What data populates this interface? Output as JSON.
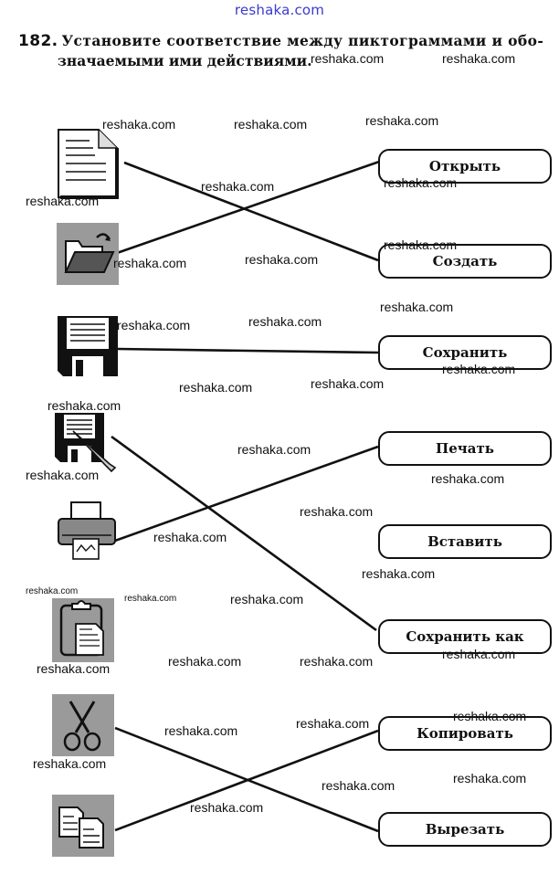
{
  "site_header": "reshaka.com",
  "task": {
    "number": "182.",
    "line1": "Установите соответствие между пиктограммами и обо-",
    "line2": "значаемыми ими действиями."
  },
  "icons": [
    {
      "name": "document-icon",
      "meaning": "new document"
    },
    {
      "name": "open-folder-icon",
      "meaning": "open folder"
    },
    {
      "name": "floppy-disk-icon",
      "meaning": "save"
    },
    {
      "name": "floppy-disk-pencil-icon",
      "meaning": "save as"
    },
    {
      "name": "printer-icon",
      "meaning": "print"
    },
    {
      "name": "clipboard-icon",
      "meaning": "paste"
    },
    {
      "name": "scissors-icon",
      "meaning": "cut"
    },
    {
      "name": "copy-documents-icon",
      "meaning": "copy"
    }
  ],
  "actions": [
    "Открыть",
    "Создать",
    "Сохранить",
    "Печать",
    "Вставить",
    "Сохранить как",
    "Копировать",
    "Вырезать"
  ],
  "connections": [
    {
      "icon": "document-icon",
      "action": "Создать"
    },
    {
      "icon": "open-folder-icon",
      "action": "Открыть"
    },
    {
      "icon": "floppy-disk-icon",
      "action": "Сохранить"
    },
    {
      "icon": "floppy-disk-pencil-icon",
      "action": "Сохранить как"
    },
    {
      "icon": "printer-icon",
      "action": "Печать"
    },
    {
      "icon": "scissors-icon",
      "action": "Вырезать"
    },
    {
      "icon": "copy-documents-icon",
      "action": "Копировать"
    }
  ],
  "watermark": "reshaka.com"
}
